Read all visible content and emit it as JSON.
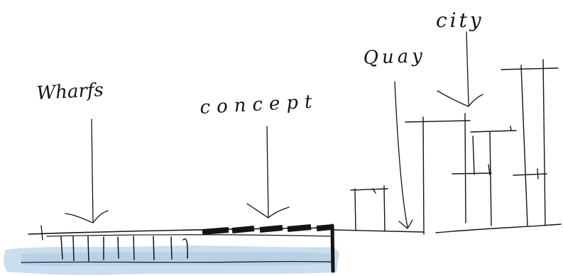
{
  "labels": {
    "wharfs": "Wharfs",
    "concept": "concept",
    "quay": "Quay",
    "city": "city"
  },
  "colors": {
    "ink": "#141414",
    "water": "#b9d3ea",
    "water_deep": "#9fc1e0",
    "paper": "#ffffff"
  }
}
